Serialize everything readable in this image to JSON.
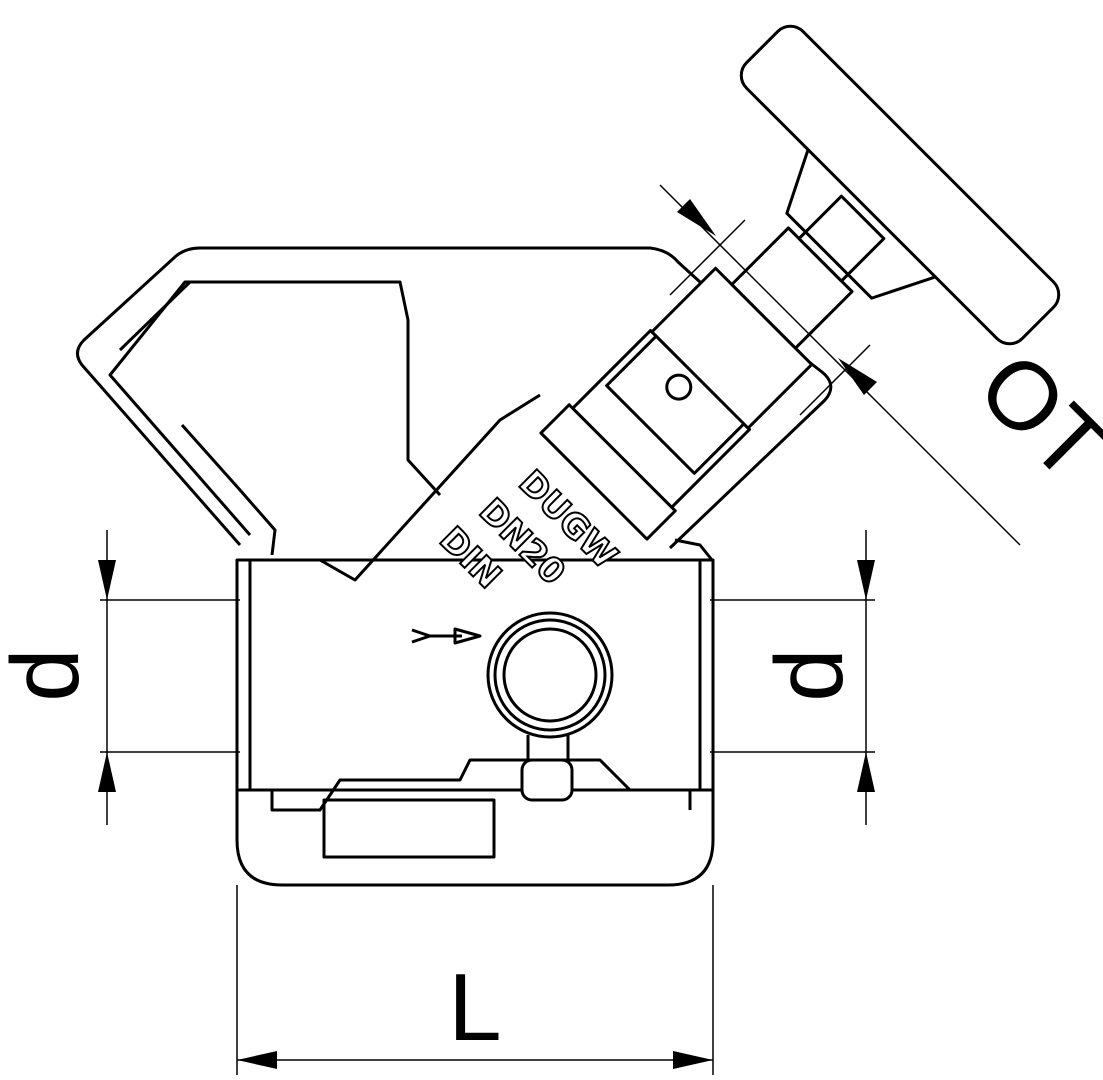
{
  "drawing": {
    "title": "Gas ball valve with test nipple – dimension drawing",
    "dimensions": {
      "pipe_left": "d",
      "pipe_right": "d",
      "length": "L",
      "handle_offset": "OT"
    },
    "body_markings": [
      "DUGW",
      "DN20",
      "DIN"
    ],
    "colors": {
      "line": "#000000",
      "background": "#ffffff"
    }
  }
}
